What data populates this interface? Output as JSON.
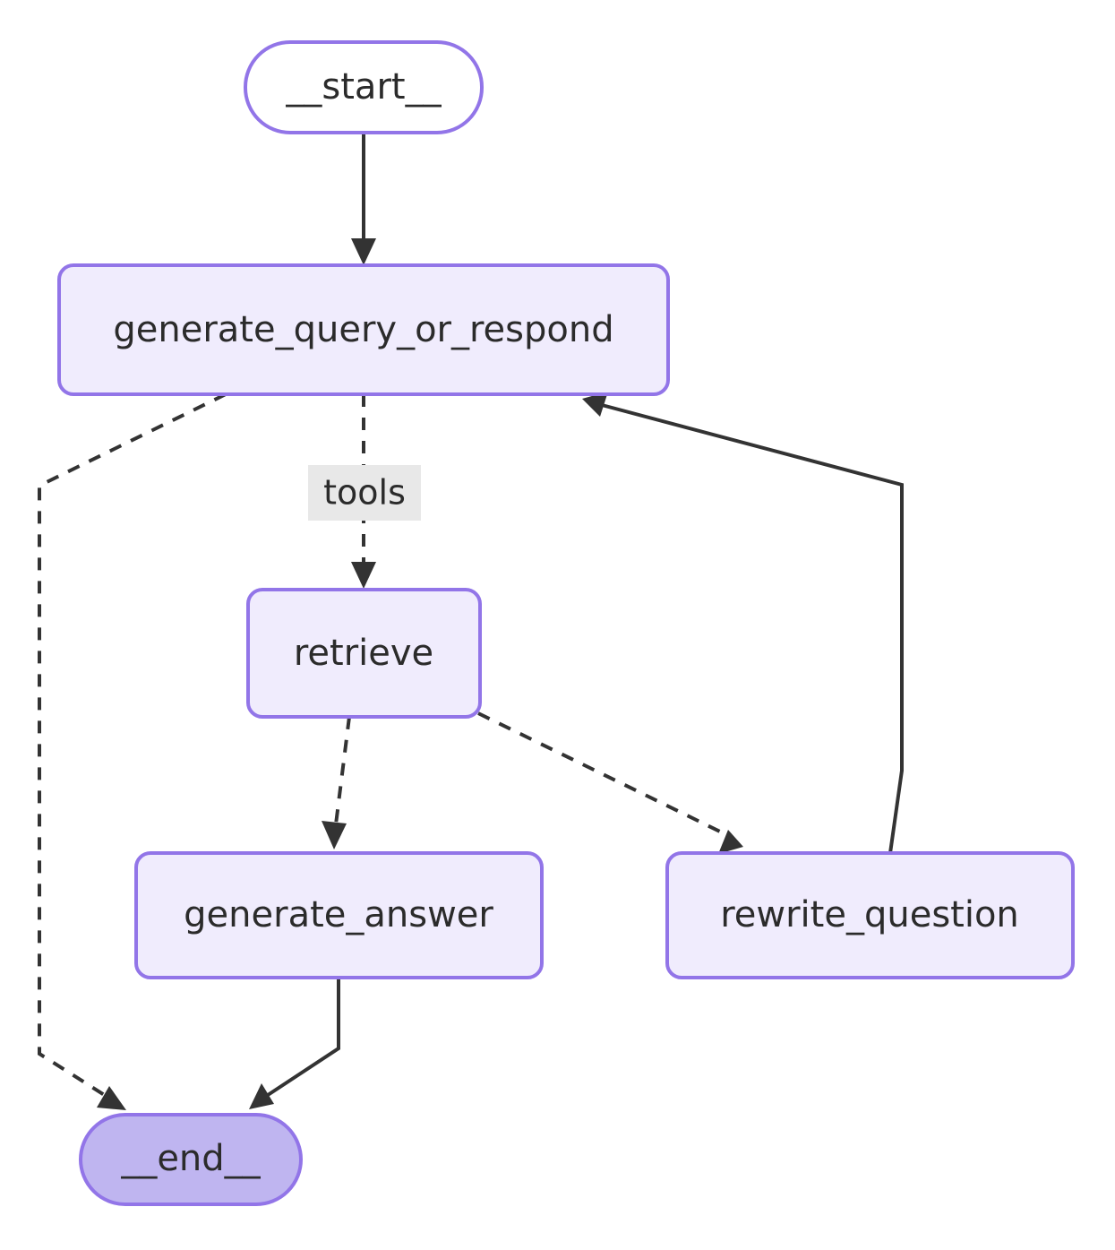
{
  "diagram": {
    "type": "flowchart",
    "orientation": "top-to-bottom",
    "background_color": "#ffffff",
    "node_fill_color": "#f0ecfd",
    "node_border_color": "#9275e8",
    "terminal_fill_color": "#bfb5f0",
    "edge_color": "#333333",
    "edge_label_background": "#e8e8e8",
    "nodes": [
      {
        "id": "start",
        "label": "__start__",
        "shape": "stadium",
        "style": "terminal-open"
      },
      {
        "id": "gqor",
        "label": "generate_query_or_respond",
        "shape": "rounded-rect",
        "style": "process"
      },
      {
        "id": "retrieve",
        "label": "retrieve",
        "shape": "rounded-rect",
        "style": "process"
      },
      {
        "id": "ganswer",
        "label": "generate_answer",
        "shape": "rounded-rect",
        "style": "process"
      },
      {
        "id": "rewrite",
        "label": "rewrite_question",
        "shape": "rounded-rect",
        "style": "process"
      },
      {
        "id": "end",
        "label": "__end__",
        "shape": "stadium",
        "style": "terminal-filled"
      }
    ],
    "edges": [
      {
        "from": "start",
        "to": "gqor",
        "label": "",
        "line": "solid"
      },
      {
        "from": "gqor",
        "to": "retrieve",
        "label": "tools",
        "line": "dashed"
      },
      {
        "from": "gqor",
        "to": "end",
        "label": "",
        "line": "dashed"
      },
      {
        "from": "retrieve",
        "to": "ganswer",
        "label": "",
        "line": "dashed"
      },
      {
        "from": "retrieve",
        "to": "rewrite",
        "label": "",
        "line": "dashed"
      },
      {
        "from": "ganswer",
        "to": "end",
        "label": "",
        "line": "solid"
      },
      {
        "from": "rewrite",
        "to": "gqor",
        "label": "",
        "line": "solid"
      }
    ],
    "edge_labels": [
      {
        "id": "tools",
        "text": "tools"
      }
    ]
  }
}
